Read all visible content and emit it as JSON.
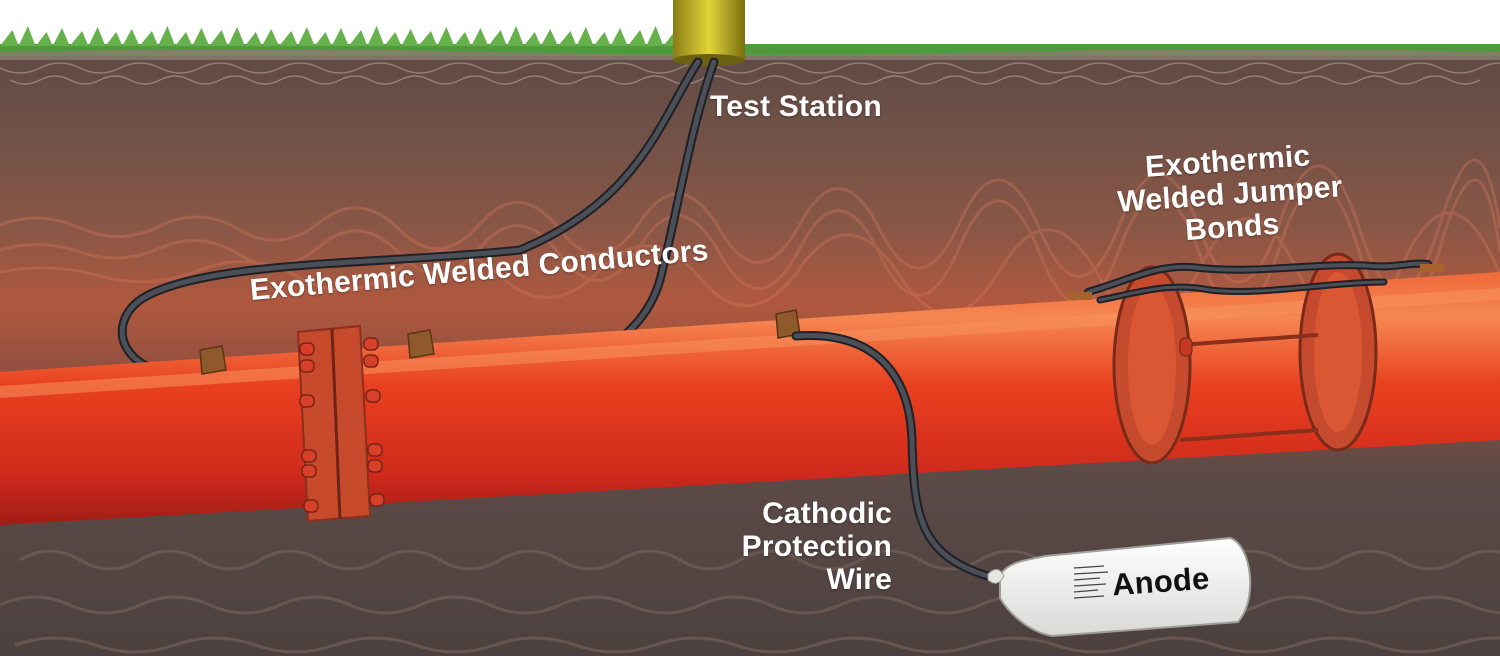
{
  "labels": {
    "test_station": "Test Station",
    "welded_conductors": "Exothermic Welded Conductors",
    "jumper_bonds": [
      "Exothermic",
      "Welded Jumper",
      "Bonds"
    ],
    "cathodic_wire": [
      "Cathodic",
      "Protection",
      "Wire"
    ],
    "anode": "Anode"
  },
  "colors": {
    "sky": "#ffffff",
    "grass": "#4f9a3c",
    "topsoil": "#6b5147",
    "soil_mid": "#8e5745",
    "soil_band": "#b0573e",
    "subsoil": "#5a4a47",
    "pipe": "#e8401f",
    "pipe_highlight": "#f6784a",
    "pipe_shadow": "#b5201a",
    "flange": "#c94a2c",
    "bolt": "#d63a24",
    "wire": "#3a3e46",
    "weld": "#8a5a2b",
    "test_station_post": "#d4c21a",
    "anode_bag": "#f2f2f0",
    "label_text": "#ffffff"
  },
  "icons": [
    "test-station-post",
    "weld-lug",
    "flange-bolt",
    "anode-bag",
    "grass"
  ]
}
